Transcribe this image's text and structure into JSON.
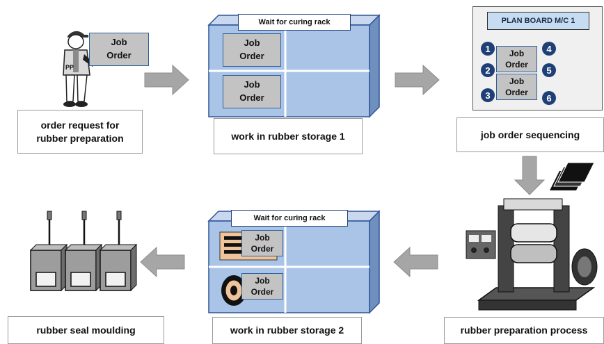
{
  "steps": {
    "order_request": {
      "caption": "order request for\nrubber preparation",
      "card": "Job\nOrder"
    },
    "storage1": {
      "caption": "work in rubber storage 1",
      "rack_label": "Wait for curing rack",
      "cards": [
        "Job\nOrder",
        "Job\nOrder"
      ]
    },
    "sequencing": {
      "caption": "job order sequencing",
      "board_title": "PLAN BOARD M/C 1",
      "sequence": [
        "1",
        "2",
        "3",
        "4",
        "5",
        "6"
      ],
      "cards": [
        "Job\nOrder",
        "Job\nOrder"
      ]
    },
    "preparation": {
      "caption": "rubber preparation process"
    },
    "storage2": {
      "caption": "work in rubber storage 2",
      "rack_label": "Wait for curing rack",
      "cards": [
        "Job\nOrder",
        "Job\nOrder"
      ]
    },
    "moulding": {
      "caption": "rubber seal moulding"
    }
  },
  "icons": {
    "worker": "worker-icon",
    "rack": "storage-rack-icon",
    "mill": "two-roll-mill-icon",
    "moulding": "moulding-machine-icon",
    "sheets": "rubber-sheets-icon",
    "arrow": "flow-arrow-icon"
  },
  "worker_badge": "PP",
  "colors": {
    "rack_fill": "#a9c4e6",
    "rack_edge": "#2f5496",
    "card": "#c3c3c3",
    "seq_dot": "#1f3f77",
    "arrow": "#a6a6a6"
  }
}
